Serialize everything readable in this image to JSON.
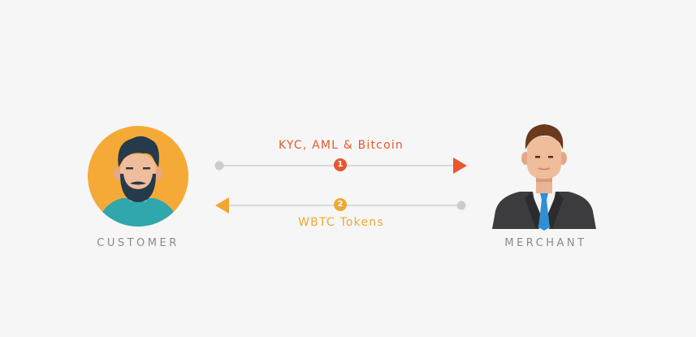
{
  "parties": {
    "customer": {
      "label": "CUSTOMER"
    },
    "merchant": {
      "label": "MERCHANT"
    }
  },
  "flows": [
    {
      "step": "1",
      "label": "KYC, AML & Bitcoin",
      "direction": "customer-to-merchant",
      "color": "#e8572e"
    },
    {
      "step": "2",
      "label": "WBTC Tokens",
      "direction": "merchant-to-customer",
      "color": "#f0a830"
    }
  ],
  "colors": {
    "line": "#d9d9d9",
    "dot": "#cccccc",
    "party_label": "#8a8a8a",
    "customer_circle": "#f5aa38",
    "background": "#f6f6f6"
  },
  "icons": {
    "customer": "customer-avatar-icon",
    "merchant": "merchant-avatar-icon"
  }
}
